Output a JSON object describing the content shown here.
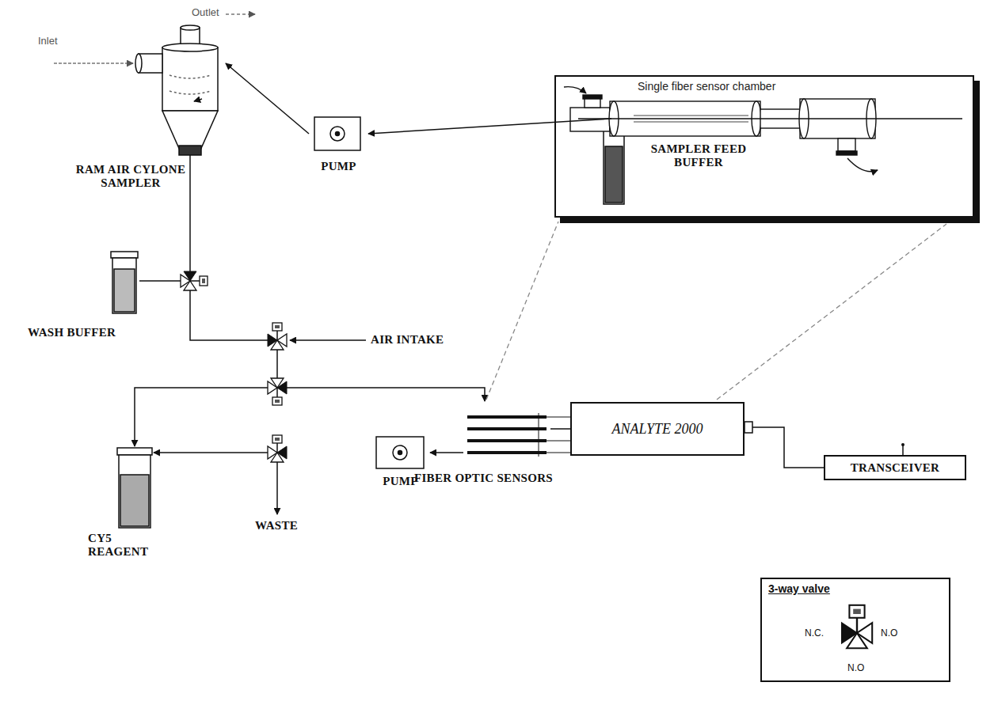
{
  "diagram": {
    "nodes": [
      {
        "text": [
          "RAM AIR CYLONE SAMPLER"
        ]
      },
      {
        "text": [
          "PUMP"
        ]
      },
      {
        "text": [
          "SAMPLER FEED BUFFER"
        ]
      },
      {
        "text": [
          "Single fiber sensor chamber"
        ]
      },
      {
        "text": [
          "WASH BUFFER"
        ]
      },
      {
        "text": [
          "FIBER OPTIC SENSORS"
        ]
      },
      {
        "text": [
          "ANALYTE 2000"
        ]
      },
      {
        "text": [
          "TRANSCEIVER"
        ]
      },
      {
        "text": [
          "CY5 REAGENT"
        ]
      },
      {
        "text": [
          "PUMP"
        ]
      },
      {
        "text": [
          "3-way valve",
          "N.C.",
          "N.O",
          "N.O"
        ]
      }
    ],
    "edges": [
      {
        "from": 2,
        "to": 1,
        "arrow": "to"
      },
      {
        "from": 1,
        "to": 0,
        "arrow": "to"
      },
      {
        "from": 5,
        "to": 9,
        "arrow": "to"
      },
      {
        "from": 5,
        "to": 6,
        "arrow": "none"
      },
      {
        "from": 6,
        "to": 7,
        "arrow": "none"
      }
    ],
    "labels": [
      "Inlet",
      "Outlet",
      "AIR INTAKE",
      "WASTE"
    ]
  }
}
